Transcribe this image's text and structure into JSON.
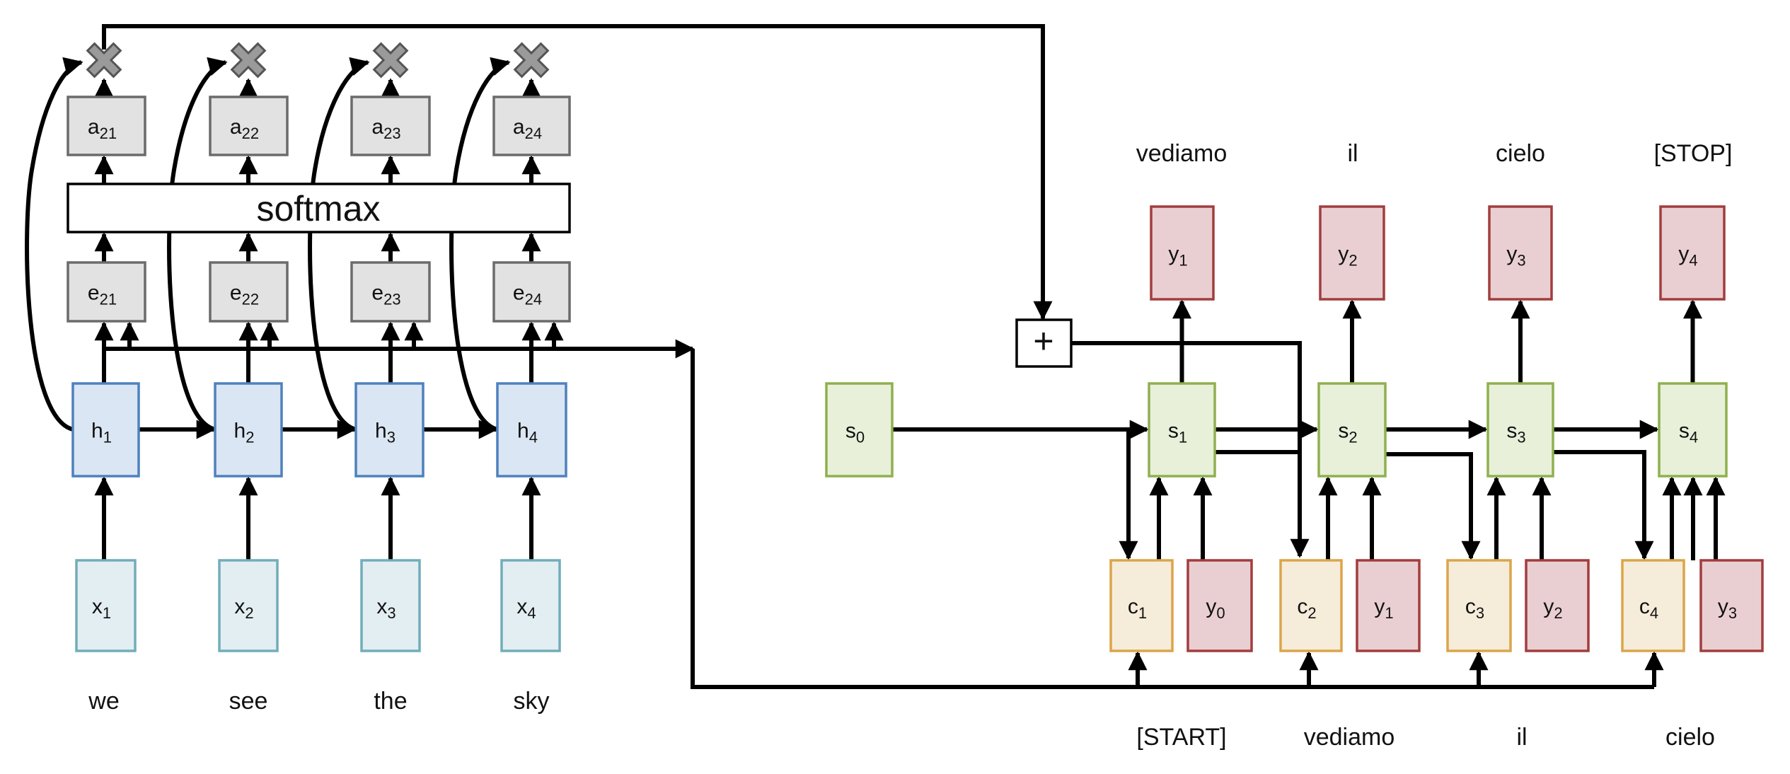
{
  "encoder": {
    "softmax_label": "softmax",
    "inputs": [
      {
        "base": "x",
        "sub": "1",
        "word": "we"
      },
      {
        "base": "x",
        "sub": "2",
        "word": "see"
      },
      {
        "base": "x",
        "sub": "3",
        "word": "the"
      },
      {
        "base": "x",
        "sub": "4",
        "word": "sky"
      }
    ],
    "hidden": [
      {
        "base": "h",
        "sub": "1"
      },
      {
        "base": "h",
        "sub": "2"
      },
      {
        "base": "h",
        "sub": "3"
      },
      {
        "base": "h",
        "sub": "4"
      }
    ],
    "scores": [
      {
        "base": "e",
        "sub": "21"
      },
      {
        "base": "e",
        "sub": "22"
      },
      {
        "base": "e",
        "sub": "23"
      },
      {
        "base": "e",
        "sub": "24"
      }
    ],
    "attention": [
      {
        "base": "a",
        "sub": "21"
      },
      {
        "base": "a",
        "sub": "22"
      },
      {
        "base": "a",
        "sub": "23"
      },
      {
        "base": "a",
        "sub": "24"
      }
    ],
    "multiply_icon": "multiply-x-icon"
  },
  "decoder": {
    "sum_label": "+",
    "initial_state": {
      "base": "s",
      "sub": "0"
    },
    "states": [
      {
        "base": "s",
        "sub": "1"
      },
      {
        "base": "s",
        "sub": "2"
      },
      {
        "base": "s",
        "sub": "3"
      },
      {
        "base": "s",
        "sub": "4"
      }
    ],
    "outputs": [
      {
        "base": "y",
        "sub": "1",
        "word": "vediamo"
      },
      {
        "base": "y",
        "sub": "2",
        "word": "il"
      },
      {
        "base": "y",
        "sub": "3",
        "word": "cielo"
      },
      {
        "base": "y",
        "sub": "4",
        "word": "[STOP]"
      }
    ],
    "contexts": [
      {
        "base": "c",
        "sub": "1"
      },
      {
        "base": "c",
        "sub": "2"
      },
      {
        "base": "c",
        "sub": "3"
      },
      {
        "base": "c",
        "sub": "4"
      }
    ],
    "prev_outputs": [
      {
        "base": "y",
        "sub": "0",
        "word": "[START]"
      },
      {
        "base": "y",
        "sub": "1",
        "word": "vediamo"
      },
      {
        "base": "y",
        "sub": "2",
        "word": "il"
      },
      {
        "base": "y",
        "sub": "3",
        "word": "cielo"
      }
    ]
  },
  "colors": {
    "gray_fill": "#e2e2e2",
    "gray_stroke": "#6b6b6b",
    "hidden_fill": "#dae6f3",
    "hidden_stroke": "#4f81bd",
    "input_fill": "#e3eef2",
    "input_stroke": "#72adb9",
    "state_fill": "#e8f0da",
    "state_stroke": "#8fb04f",
    "output_fill": "#eacfd2",
    "output_stroke": "#a23d3e",
    "context_fill": "#f6ecda",
    "context_stroke": "#dba54a"
  }
}
